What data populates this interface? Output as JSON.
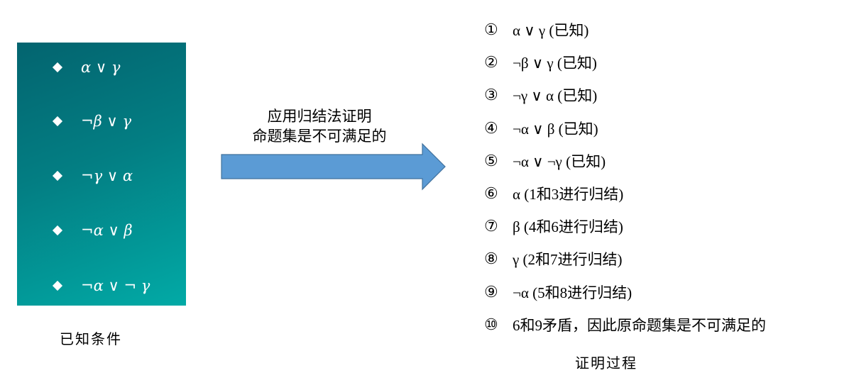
{
  "known": {
    "conditions": [
      "α ∨ γ",
      "¬β ∨ γ",
      "¬γ ∨ α",
      "¬α ∨ β",
      "¬α ∨ ¬ γ"
    ],
    "caption": "已知条件",
    "gradient_colors": [
      "#03646f",
      "#02aaa6"
    ]
  },
  "arrow": {
    "label_line1": "应用归结法证明",
    "label_line2": "命题集是不可满足的",
    "fill": "#5b9bd5",
    "stroke": "#41719c"
  },
  "proof": {
    "steps": [
      {
        "num": "①",
        "text": "α ∨ γ (已知)"
      },
      {
        "num": "②",
        "text": "¬β ∨ γ (已知)"
      },
      {
        "num": "③",
        "text": "¬γ ∨ α (已知)"
      },
      {
        "num": "④",
        "text": "¬α ∨ β (已知)"
      },
      {
        "num": "⑤",
        "text": "¬α ∨ ¬γ (已知)"
      },
      {
        "num": "⑥",
        "text": "α (1和3进行归结)"
      },
      {
        "num": "⑦",
        "text": "β (4和6进行归结)"
      },
      {
        "num": "⑧",
        "text": "γ (2和7进行归结)"
      },
      {
        "num": "⑨",
        "text": "¬α (5和8进行归结)"
      },
      {
        "num": "⑩",
        "text": "6和9矛盾，因此原命题集是不可满足的"
      }
    ],
    "caption": "证明过程"
  }
}
